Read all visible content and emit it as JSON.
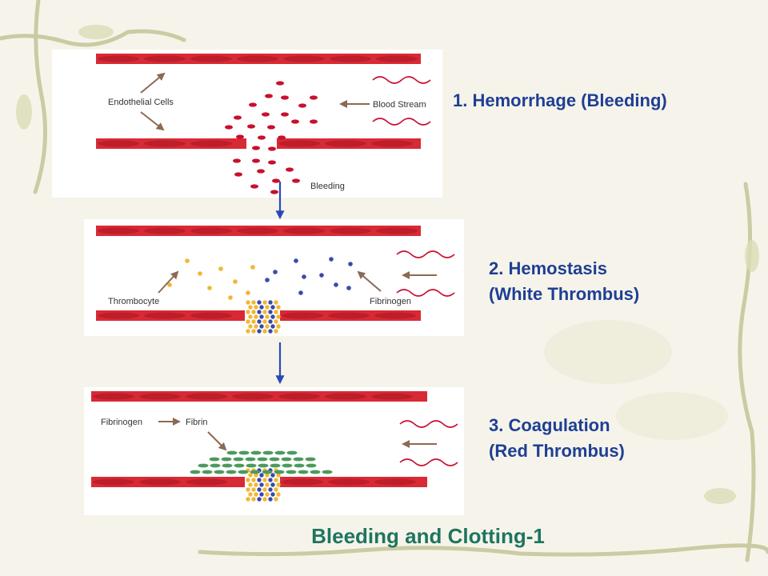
{
  "stages": [
    {
      "number": "1.",
      "title_line1": "1. Hemorrhage (Bleeding)",
      "title_line2": ""
    },
    {
      "number": "2.",
      "title_line1": "2. Hemostasis",
      "title_line2": "(White Thrombus)"
    },
    {
      "number": "3.",
      "title_line1": "3. Coagulation",
      "title_line2": "(Red Thrombus)"
    }
  ],
  "labels": {
    "endothelial_cells": "Endothelial Cells",
    "blood_stream": "Blood Stream",
    "bleeding": "Bleeding",
    "thrombocyte": "Thrombocyte",
    "fibrinogen_stage2": "Fibrinogen",
    "fibrinogen_stage3": "Fibrinogen",
    "fibrin": "Fibrin"
  },
  "slide_title": "Bleeding and Clotting-1",
  "colors": {
    "vessel": "#d82a35",
    "vessel_dark": "#a8141f",
    "blood_cell": "#c8102e",
    "platelet": "#f2b632",
    "fibrinogen": "#3a4aa8",
    "fibrin": "#4c9a5c",
    "arrow_brown": "#8b6a53",
    "flow_arrow_blue": "#2a46b8",
    "stage_label": "#1f3f95",
    "title": "#1e7560",
    "vine": "#b8b78a"
  }
}
